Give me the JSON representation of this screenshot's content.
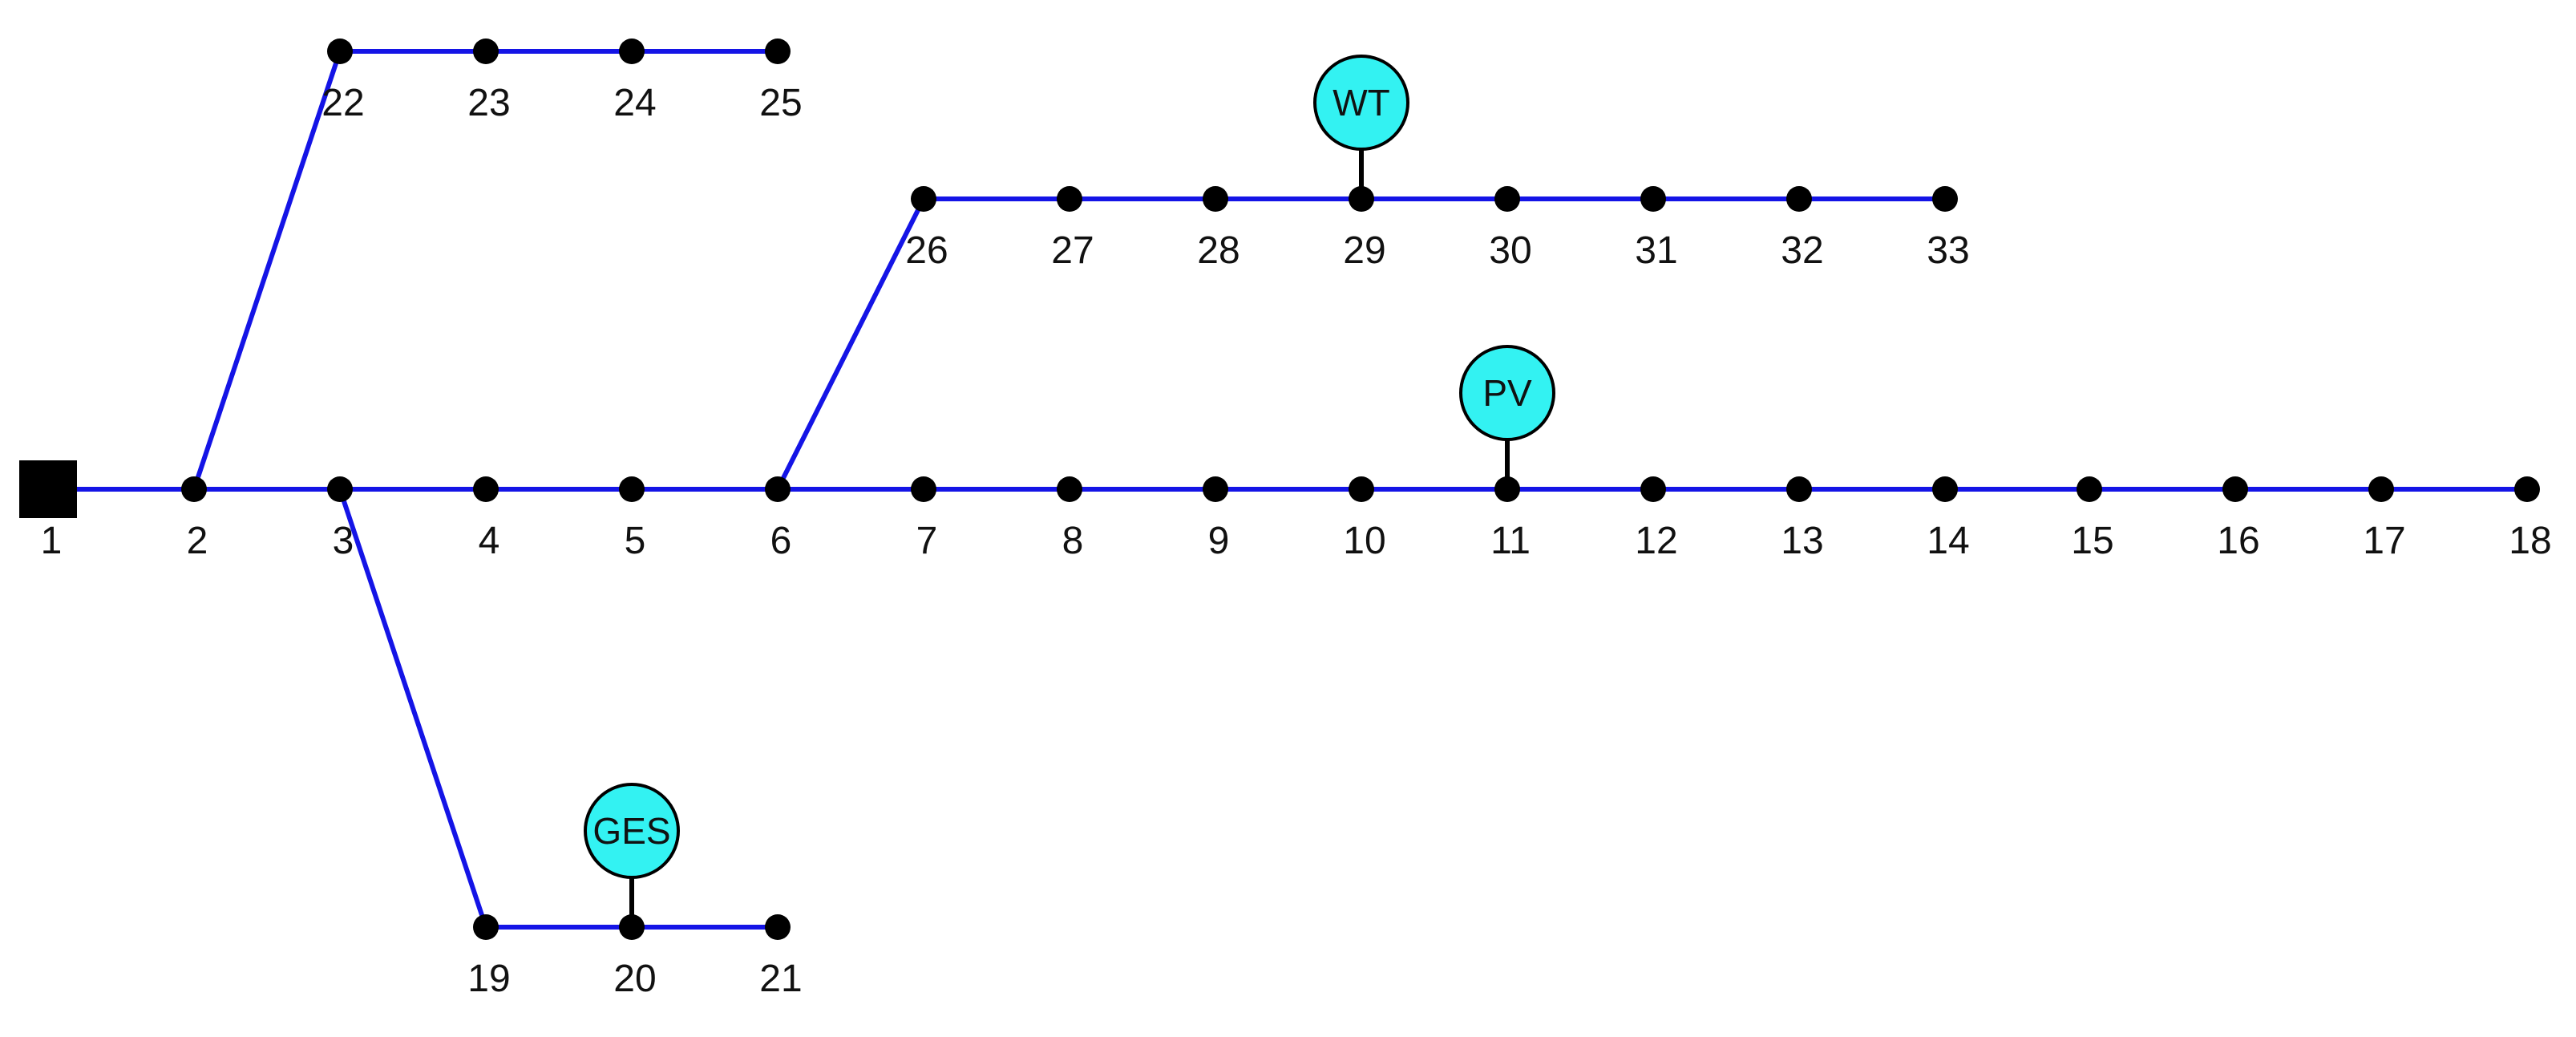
{
  "diagram": {
    "colors": {
      "line": "#1414e6",
      "node": "#000000",
      "generator_fill": "#33f2f2",
      "stub": "#000000"
    },
    "slack_bus": "1",
    "buses": [
      {
        "id": "1",
        "label": "1"
      },
      {
        "id": "2",
        "label": "2"
      },
      {
        "id": "3",
        "label": "3"
      },
      {
        "id": "4",
        "label": "4"
      },
      {
        "id": "5",
        "label": "5"
      },
      {
        "id": "6",
        "label": "6"
      },
      {
        "id": "7",
        "label": "7"
      },
      {
        "id": "8",
        "label": "8"
      },
      {
        "id": "9",
        "label": "9"
      },
      {
        "id": "10",
        "label": "10"
      },
      {
        "id": "11",
        "label": "11"
      },
      {
        "id": "12",
        "label": "12"
      },
      {
        "id": "13",
        "label": "13"
      },
      {
        "id": "14",
        "label": "14"
      },
      {
        "id": "15",
        "label": "15"
      },
      {
        "id": "16",
        "label": "16"
      },
      {
        "id": "17",
        "label": "17"
      },
      {
        "id": "18",
        "label": "18"
      },
      {
        "id": "19",
        "label": "19"
      },
      {
        "id": "20",
        "label": "20"
      },
      {
        "id": "21",
        "label": "21"
      },
      {
        "id": "22",
        "label": "22"
      },
      {
        "id": "23",
        "label": "23"
      },
      {
        "id": "24",
        "label": "24"
      },
      {
        "id": "25",
        "label": "25"
      },
      {
        "id": "26",
        "label": "26"
      },
      {
        "id": "27",
        "label": "27"
      },
      {
        "id": "28",
        "label": "28"
      },
      {
        "id": "29",
        "label": "29"
      },
      {
        "id": "30",
        "label": "30"
      },
      {
        "id": "31",
        "label": "31"
      },
      {
        "id": "32",
        "label": "32"
      },
      {
        "id": "33",
        "label": "33"
      }
    ],
    "branches": [
      [
        "1",
        "2"
      ],
      [
        "2",
        "3"
      ],
      [
        "3",
        "4"
      ],
      [
        "4",
        "5"
      ],
      [
        "5",
        "6"
      ],
      [
        "6",
        "7"
      ],
      [
        "7",
        "8"
      ],
      [
        "8",
        "9"
      ],
      [
        "9",
        "10"
      ],
      [
        "10",
        "11"
      ],
      [
        "11",
        "12"
      ],
      [
        "12",
        "13"
      ],
      [
        "13",
        "14"
      ],
      [
        "14",
        "15"
      ],
      [
        "15",
        "16"
      ],
      [
        "16",
        "17"
      ],
      [
        "17",
        "18"
      ],
      [
        "2",
        "22"
      ],
      [
        "22",
        "23"
      ],
      [
        "23",
        "24"
      ],
      [
        "24",
        "25"
      ],
      [
        "3",
        "19"
      ],
      [
        "19",
        "20"
      ],
      [
        "20",
        "21"
      ],
      [
        "6",
        "26"
      ],
      [
        "26",
        "27"
      ],
      [
        "27",
        "28"
      ],
      [
        "28",
        "29"
      ],
      [
        "29",
        "30"
      ],
      [
        "30",
        "31"
      ],
      [
        "31",
        "32"
      ],
      [
        "32",
        "33"
      ]
    ],
    "generators": [
      {
        "label": "WT",
        "bus": "29"
      },
      {
        "label": "PV",
        "bus": "11"
      },
      {
        "label": "GES",
        "bus": "20"
      }
    ]
  }
}
